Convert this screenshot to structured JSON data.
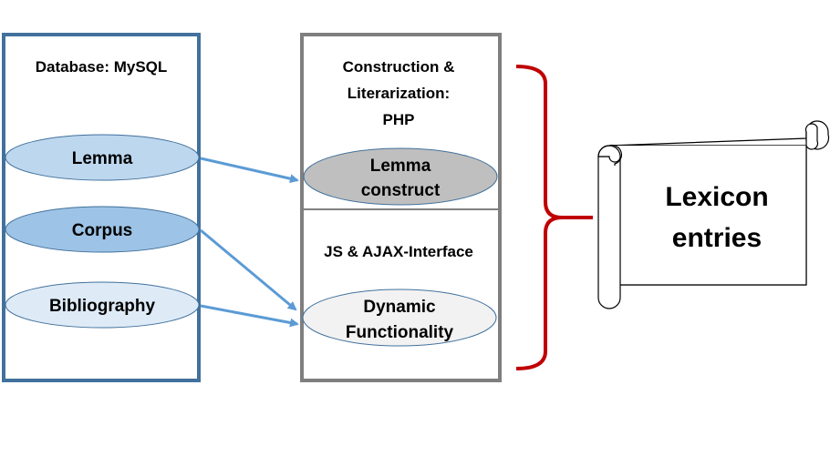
{
  "database": {
    "title": "Database: MySQL",
    "items": [
      {
        "label": "Lemma"
      },
      {
        "label": "Corpus"
      },
      {
        "label": "Bibliography"
      }
    ]
  },
  "processing": {
    "top_title_line1": "Construction &",
    "top_title_line2": "Literarization:",
    "top_title_line3": "PHP",
    "lemma_construct_line1": "Lemma",
    "lemma_construct_line2": "construct",
    "bottom_title": "JS & AJAX-Interface",
    "dynamic_line1": "Dynamic",
    "dynamic_line2": "Functionality"
  },
  "output": {
    "line1": "Lexicon",
    "line2": "entries"
  },
  "colors": {
    "db_border": "#41719c",
    "proc_border": "#7f7f7f",
    "bracket": "#c00000",
    "arrow": "#5b9bd5",
    "lemma_fill": "#bdd7ee",
    "corpus_fill": "#9dc3e6",
    "biblio_fill": "#deebf7",
    "construct_fill": "#bfbfbf",
    "dynamic_fill": "#f2f2f2"
  }
}
